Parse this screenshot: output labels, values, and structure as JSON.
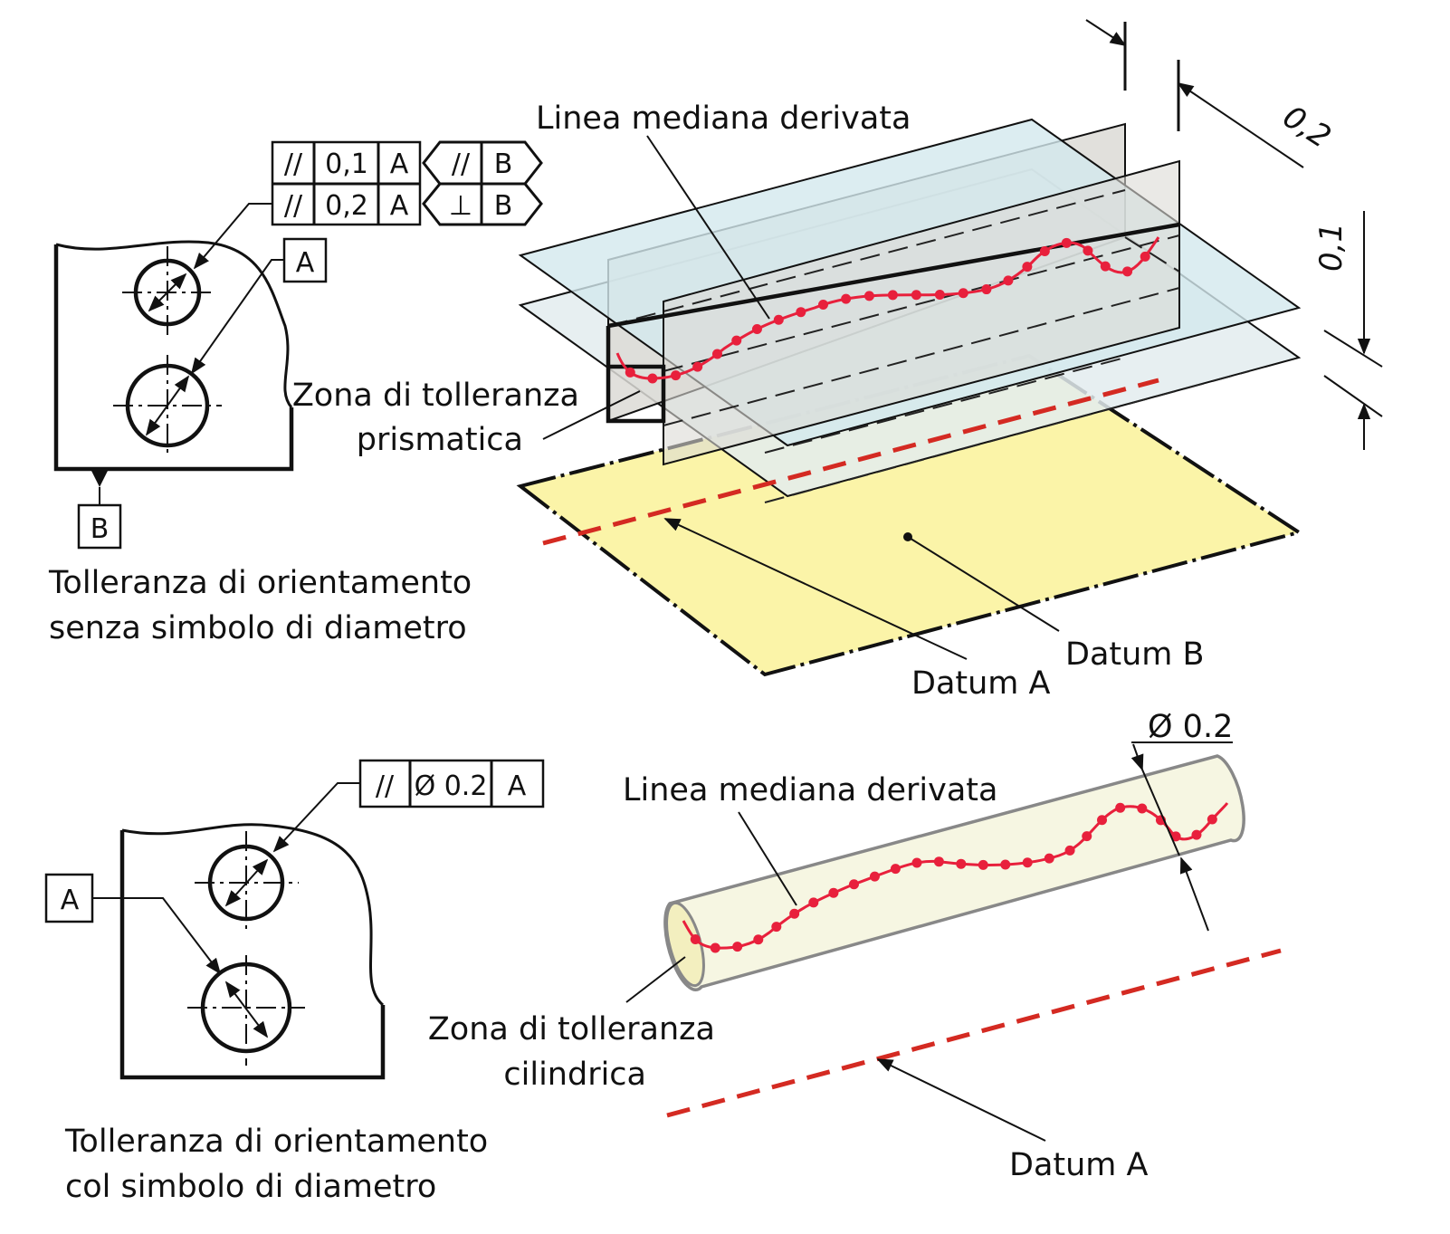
{
  "top": {
    "fcf_rows": [
      {
        "symbol": "//",
        "value": "0,1",
        "datum": "A",
        "orientation_symbol": "//",
        "orientation_datum": "B"
      },
      {
        "symbol": "//",
        "value": "0,2",
        "datum": "A",
        "orientation_symbol": "⊥",
        "orientation_datum": "B"
      }
    ],
    "datum_a_box": "A",
    "datum_b_box": "B",
    "caption_line1": "Tolleranza di orientamento",
    "caption_line2": "senza simbolo di diametro",
    "label_median": "Linea mediana derivata",
    "label_zone_line1": "Zona di tolleranza",
    "label_zone_line2": "prismatica",
    "label_datum_a": "Datum A",
    "label_datum_b": "Datum B",
    "dim_width": "0,2",
    "dim_height": "0,1"
  },
  "bottom": {
    "fcf": {
      "symbol": "//",
      "value": "Ø 0.2",
      "datum": "A"
    },
    "datum_a_box": "A",
    "caption_line1": "Tolleranza di orientamento",
    "caption_line2": "col simbolo di diametro",
    "label_median": "Linea mediana derivata",
    "label_zone_line1": "Zona di tolleranza",
    "label_zone_line2": "cilindrica",
    "label_datum_a": "Datum A",
    "dim_diameter": "Ø 0.2"
  },
  "colors": {
    "datum_plane": "#fbf4a8",
    "zone_plane": "#d3e9ee",
    "vertical_plane": "#dcdbd6",
    "median_line": "#e8203c",
    "datum_axis": "#d42a22",
    "cylinder": "#f6f6e2"
  }
}
